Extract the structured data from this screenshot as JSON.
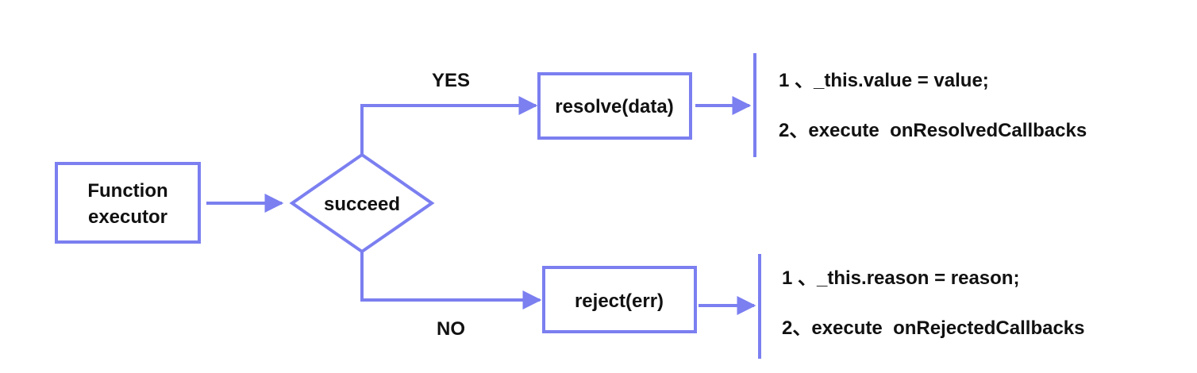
{
  "colors": {
    "stroke": "#7b7ff0",
    "text": "#111111",
    "background": "#ffffff"
  },
  "nodes": {
    "executor_line1": "Function",
    "executor_line2": "executor",
    "decision": "succeed",
    "resolve": "resolve(data)",
    "reject": "reject(err)"
  },
  "edges": {
    "yes_label": "YES",
    "no_label": "NO"
  },
  "resolved_notes": {
    "step1": "1 、_this.value = value;",
    "step2": "2、execute  onResolvedCallbacks"
  },
  "rejected_notes": {
    "step1": "1 、_this.reason = reason;",
    "step2": "2、execute  onRejectedCallbacks"
  }
}
